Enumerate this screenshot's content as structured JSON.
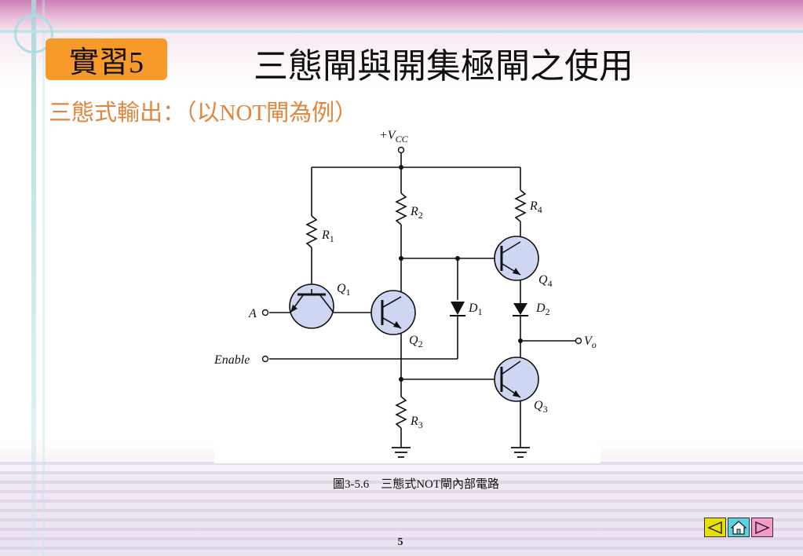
{
  "slide": {
    "badge": "實習5",
    "title": "三態閘與開集極閘之使用",
    "subtitle": "三態式輸出：（以NOT閘為例）",
    "caption": "圖3-5.6　三態式NOT閘內部電路",
    "page_number": "5"
  },
  "circuit": {
    "vcc_plus": "+",
    "vcc_V": "V",
    "vcc_sub": "CC",
    "labels": {
      "R1": "R",
      "R1_sub": "1",
      "R2": "R",
      "R2_sub": "2",
      "R3": "R",
      "R3_sub": "3",
      "R4": "R",
      "R4_sub": "4",
      "Q1": "Q",
      "Q1_sub": "1",
      "Q2": "Q",
      "Q2_sub": "2",
      "Q3": "Q",
      "Q3_sub": "3",
      "Q4": "Q",
      "Q4_sub": "4",
      "D1": "D",
      "D1_sub": "1",
      "D2": "D",
      "D2_sub": "2",
      "A": "A",
      "enable": "Enable",
      "vo": "V",
      "vo_sub": "o"
    }
  },
  "nav": {
    "prev_icon": "triangle-left-icon",
    "home_icon": "home-icon",
    "next_icon": "triangle-right-icon"
  }
}
